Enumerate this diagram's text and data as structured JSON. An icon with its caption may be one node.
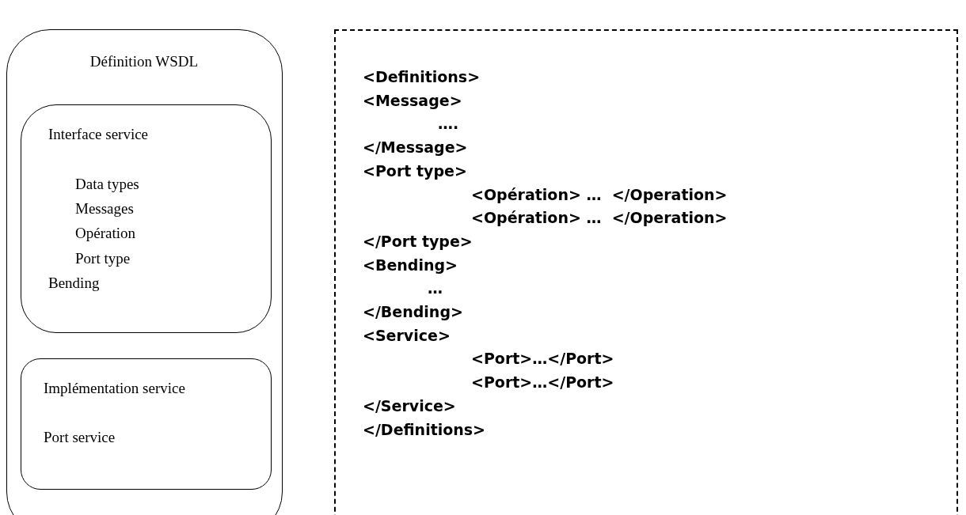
{
  "diagram": {
    "nodes": [
      {
        "text": [
          "Définition WSDL"
        ]
      },
      {
        "text": [
          "Interface service",
          "Data types",
          "Messages",
          "Opération",
          "Port type",
          "Bending"
        ],
        "in": 0
      },
      {
        "text": [
          "Implémentation service",
          "Port service"
        ],
        "in": 0
      },
      {
        "text": [
          "<Definitions>",
          "<Message>",
          "….",
          "</Message>",
          "<Port type>",
          "<Opération> …  </Operation>",
          "<Opération> …  </Operation>",
          "</Port type>",
          "<Bending>",
          "…",
          "</Bending>",
          "<Service>",
          "<Port>…</Port>",
          "<Port>…</Port>",
          "</Service>",
          "</Definitions>"
        ]
      }
    ]
  }
}
